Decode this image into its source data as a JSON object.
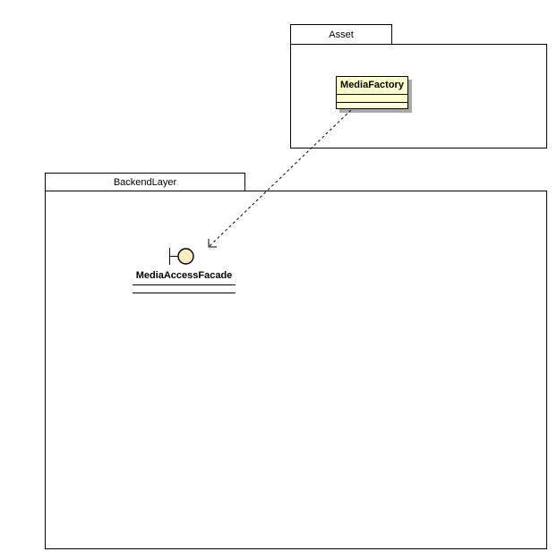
{
  "diagram": {
    "type": "uml-package-diagram",
    "packages": [
      {
        "name": "Asset"
      },
      {
        "name": "BackendLayer"
      }
    ],
    "class": {
      "name": "MediaFactory",
      "container": "Asset",
      "attributes": [],
      "operations": []
    },
    "interface": {
      "name": "MediaAccessFacade",
      "container": "BackendLayer",
      "notation": "lollipop"
    },
    "relation": {
      "type": "dependency",
      "from": "MediaFactory",
      "to": "MediaAccessFacade",
      "line_style": "dashed",
      "arrowhead": "open"
    },
    "colors": {
      "background": "#FFFFFF",
      "border": "#000000",
      "text": "#000000",
      "class_fill": "#FFFFCC",
      "interface_ball_fill": "#FAF0BE",
      "shadow": "#A9A9A9"
    }
  }
}
